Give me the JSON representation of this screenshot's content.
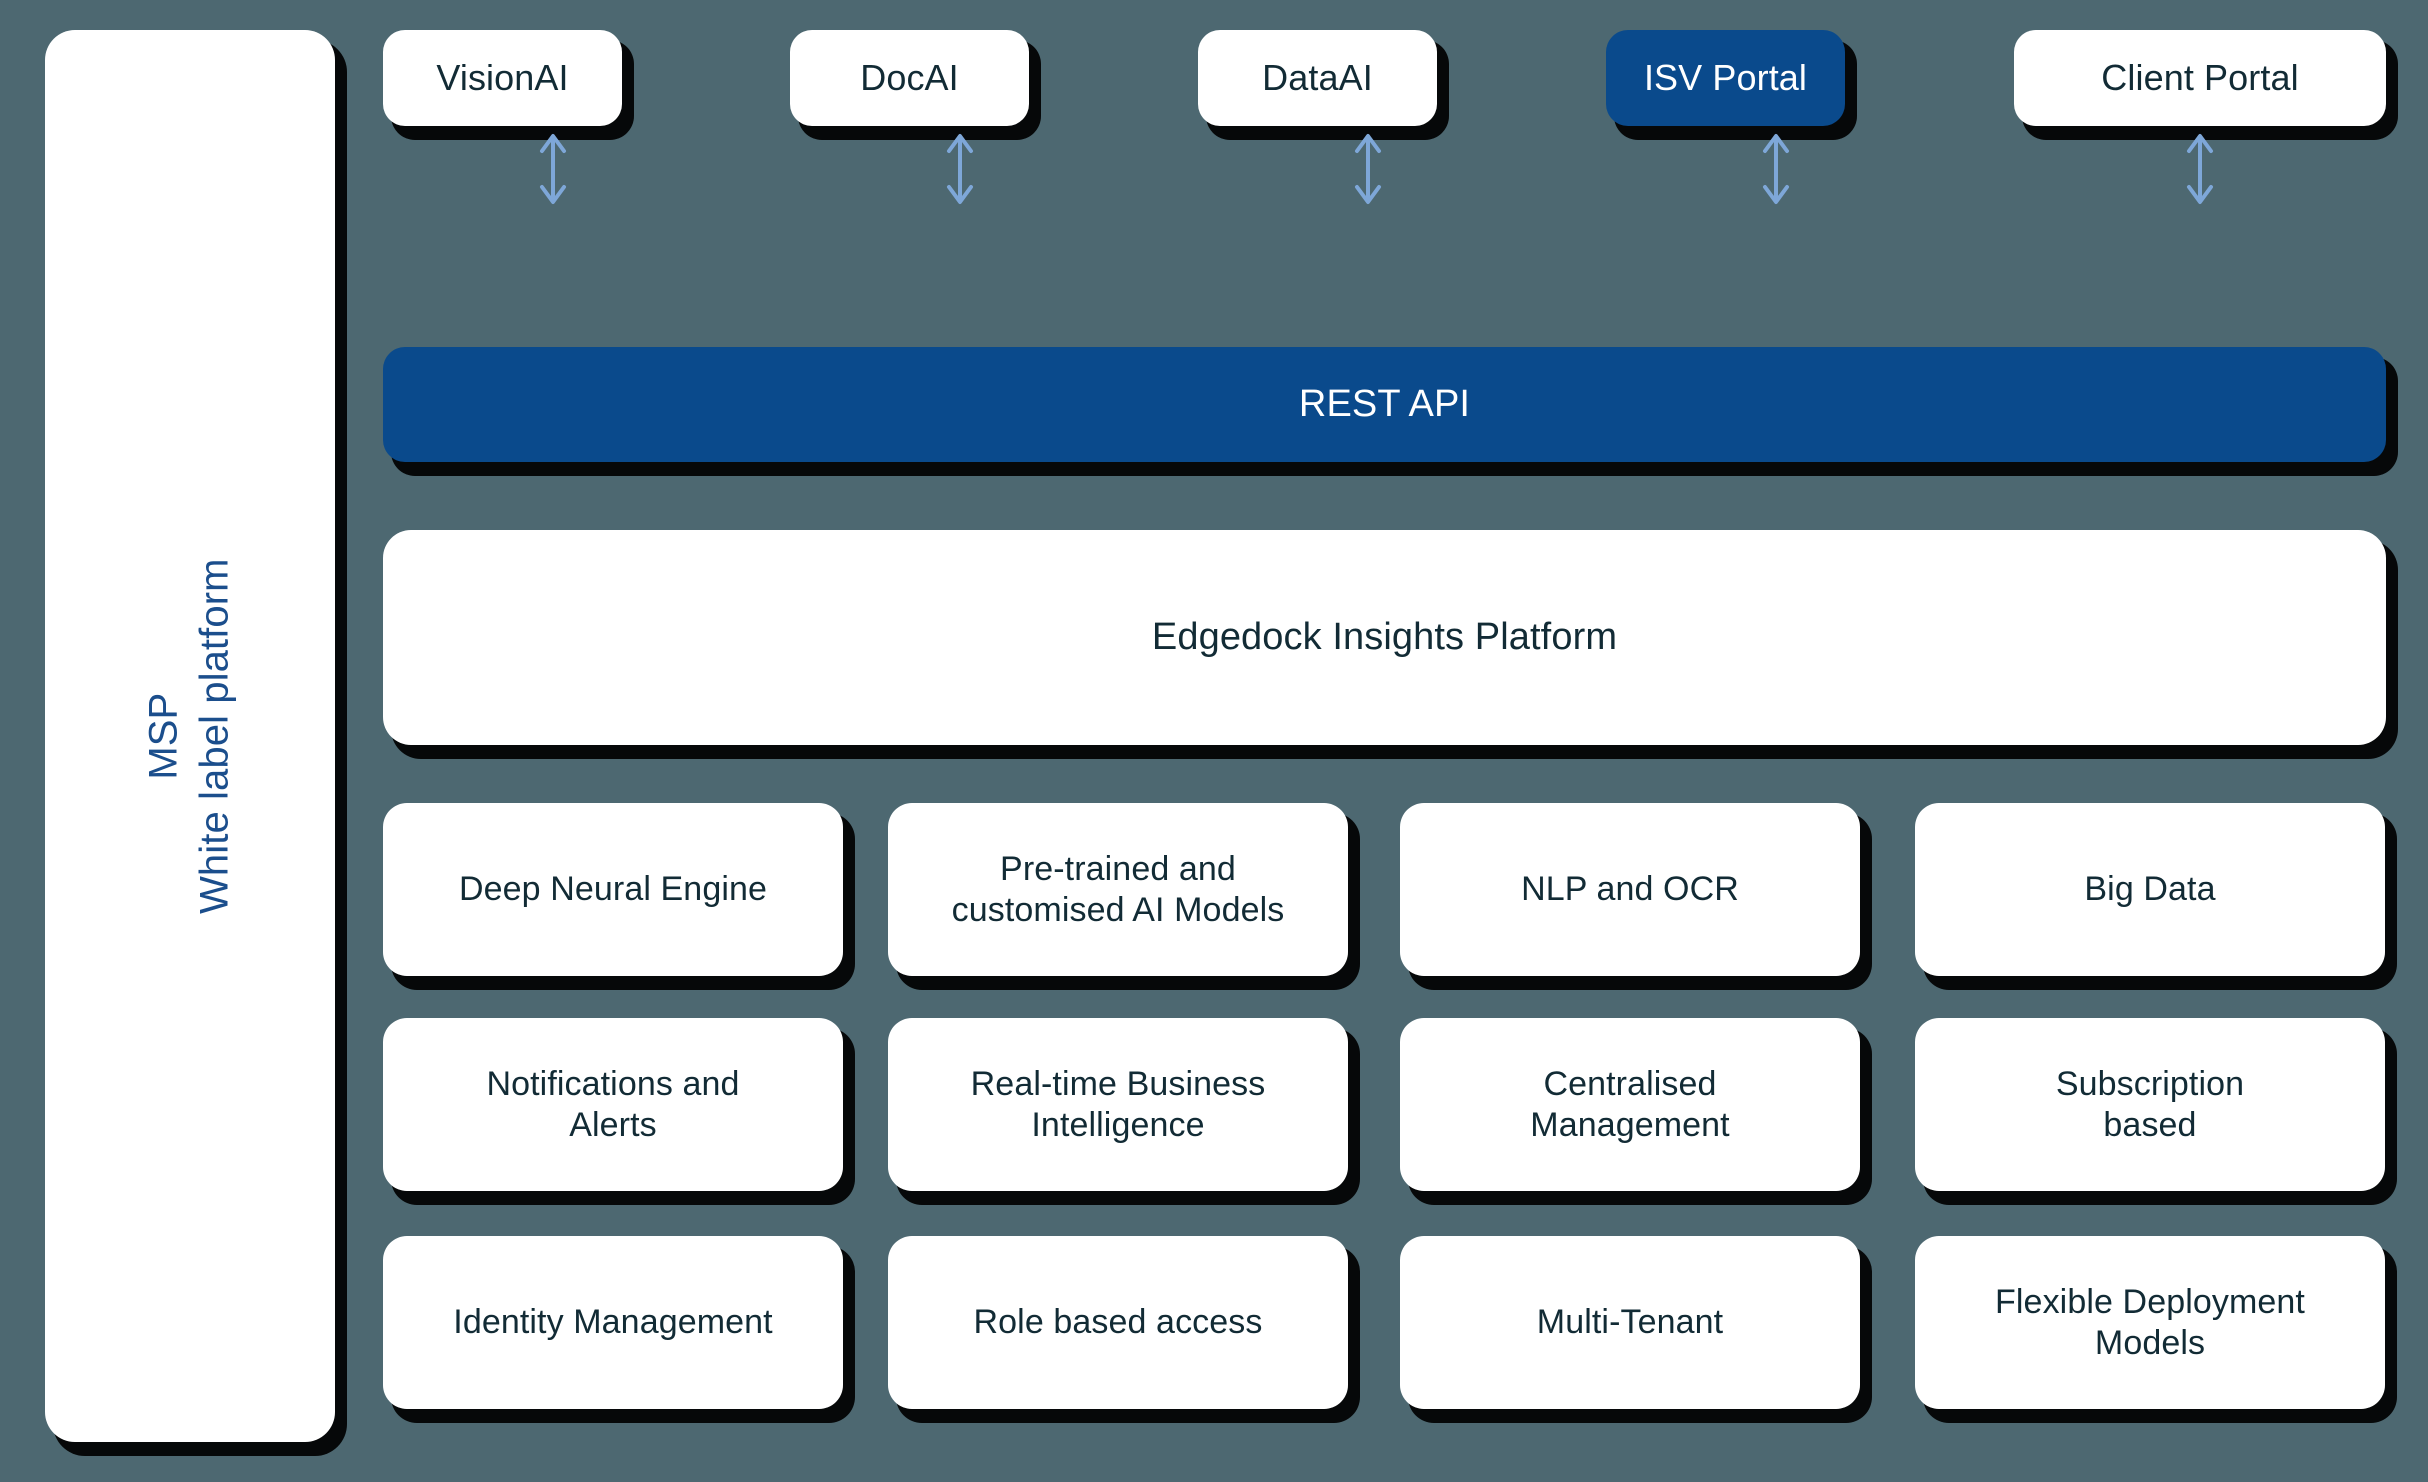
{
  "colors": {
    "background": "#4d6871",
    "card_fill": "#ffffff",
    "accent_fill": "#0a4a8c",
    "text_dark": "#122b35",
    "text_on_accent": "#ffffff",
    "msp_text": "#1b4e8c",
    "arrow": "#7ea7d8",
    "shadow": "#000000"
  },
  "sidebar": {
    "line1": "MSP",
    "line2": "White label platform"
  },
  "top_row": {
    "items": [
      {
        "label": "VisionAI",
        "accent": false
      },
      {
        "label": "DocAI",
        "accent": false
      },
      {
        "label": "DataAI",
        "accent": false
      },
      {
        "label": "ISV Portal",
        "accent": true
      },
      {
        "label": "Client Portal",
        "accent": false
      }
    ]
  },
  "connectors": {
    "count": 5,
    "style": "double-headed-vertical-arrow",
    "icon": "arrow-up-down-icon"
  },
  "api_layer": {
    "label": "REST API"
  },
  "platform_layer": {
    "label": "Edgedock Insights Platform"
  },
  "capabilities": {
    "row1": [
      "Deep Neural Engine",
      "Pre-trained and\ncustomised AI Models",
      "NLP and OCR",
      "Big Data"
    ],
    "row2": [
      "Notifications and\nAlerts",
      "Real-time Business\nIntelligence",
      "Centralised\nManagement",
      "Subscription\nbased"
    ],
    "row3": [
      "Identity Management",
      "Role based access",
      "Multi-Tenant",
      "Flexible Deployment\nModels"
    ]
  }
}
